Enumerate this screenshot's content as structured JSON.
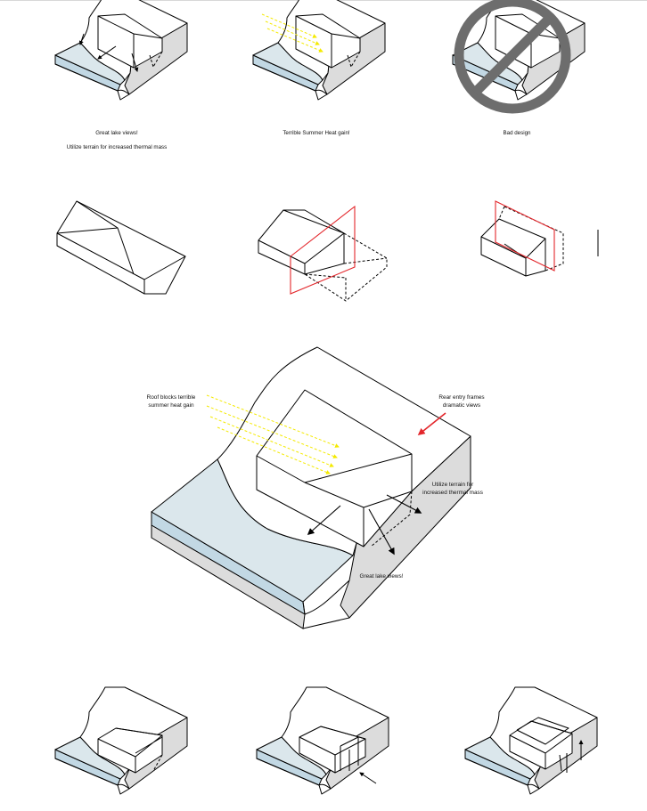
{
  "captions": {
    "top_1_line1": "Great lake views!",
    "top_1_line2": "Utilize terrain for increased thermal mass",
    "top_2": "Terrible Summer Heat gain!",
    "top_3": "Bad design"
  },
  "main_labels": {
    "roof_line1": "Roof blocks terrible",
    "roof_line2": "summer heat gain",
    "rear_line1": "Rear entry frames",
    "rear_line2": "dramatic views",
    "terrain_line1": "Utilize terrain for",
    "terrain_line2": "increased thermal mass",
    "views": "Great lake views!"
  },
  "colors": {
    "water": "#dbe7ec",
    "water_side": "#c2d8e4",
    "hill_side": "#dcdcdc",
    "sun_rays": "#f4ea00",
    "red_plane": "#e3262b",
    "red_arrow": "#e3262b",
    "no_symbol": "#6d6d6d"
  }
}
